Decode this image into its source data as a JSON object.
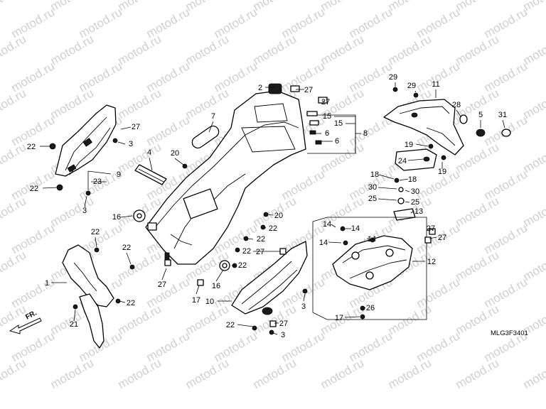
{
  "watermark": "motod.ru",
  "diagram_code": "MLG3F3401",
  "front_marker": "FR.",
  "callouts": [
    "1",
    "2",
    "3",
    "4",
    "5",
    "6",
    "7",
    "8",
    "9",
    "10",
    "11",
    "12",
    "13",
    "14",
    "15",
    "16",
    "17",
    "18",
    "19",
    "20",
    "21",
    "22",
    "23",
    "24",
    "25",
    "26",
    "27",
    "28",
    "29",
    "30",
    "31"
  ]
}
